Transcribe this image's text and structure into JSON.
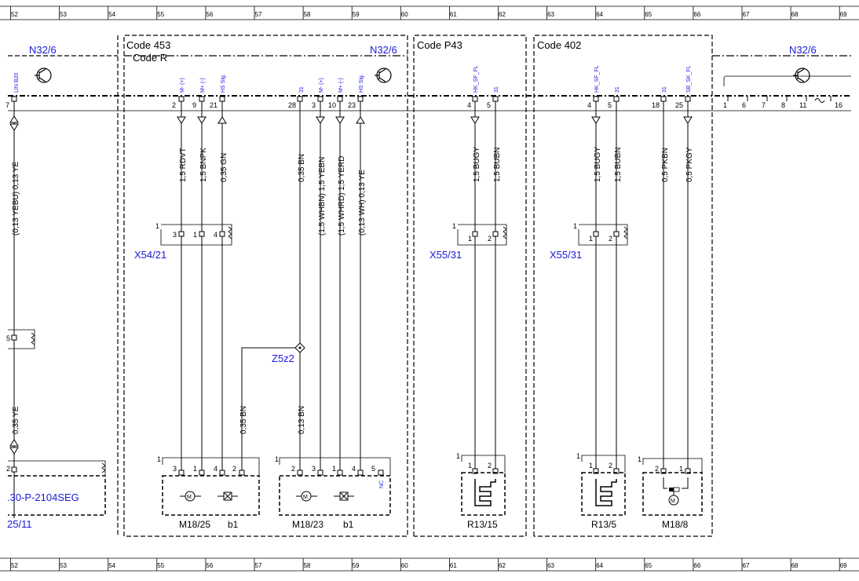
{
  "ruler": {
    "numbers": [
      "52",
      "53",
      "54",
      "55",
      "56",
      "57",
      "58",
      "59",
      "60",
      "61",
      "62",
      "63",
      "64",
      "65",
      "66",
      "67",
      "68",
      "69"
    ]
  },
  "sections": {
    "code453": "Code 453",
    "codeR": "Code R",
    "codeP43": "Code P43",
    "code402": "Code 402"
  },
  "modules": {
    "n32_left": "N32/6",
    "n32_mid": "N32/6",
    "n32_right": "N32/6"
  },
  "pin_labels": {
    "lin_b20": "LIN B20",
    "m_plus_a": "M- (+)",
    "m_minus_a": "M+ (-)",
    "hs_sig_a": "HS Sig.",
    "p31_a": "31",
    "m_plus_b": "M- (+)",
    "m_minus_b": "M+ (-)",
    "hs_sig_b": "HS Sig.",
    "hk_sf_fl_a": "HK_SF_FL",
    "p31_b": "31",
    "hk_sf_fl_b": "HK_SF_FL",
    "p31_c": "31",
    "p31_d": "31",
    "sb_sk_fl": "SB_SK_FL"
  },
  "pins": {
    "p7": "7",
    "p2": "2",
    "p9": "9",
    "p21": "21",
    "p28": "28",
    "p3": "3",
    "p10": "10",
    "p23": "23",
    "p4a": "4",
    "p5a": "5",
    "p4b": "4",
    "p5b": "5",
    "p18": "18",
    "p25": "25",
    "r1": "1",
    "r6": "6",
    "r7": "7",
    "r8": "8",
    "r11": "11",
    "r16": "16"
  },
  "wires": {
    "w_yebu": "(0,13 YEBU) 0,13 YE",
    "w_rdvt": "1,5 RDVT",
    "w_bnpk": "1,5 BNPK",
    "w_gn": "0,35 GN",
    "w_bn1": "0,35 BN",
    "w_whbn": "(1,5 WHBN) 1,5 YEBN",
    "w_whrd": "(1,5 WHRD) 1,5 YERD",
    "w_wh": "(0,13 WH) 0,13 YE",
    "w_bugy1": "1,5 BUGY",
    "w_bubn1": "1,5 BUBN",
    "w_bugy2": "1,5 BUGY",
    "w_bubn2": "1,5 BUBN",
    "w_pkbn": "0,5 PKBN",
    "w_pkgy": "0,5 PKGY",
    "w_ye_low": "0,35 YE",
    "w_bn2": "0,35 BN",
    "w_bn3": "0,13 BN"
  },
  "connectors": {
    "x54": "X54/21",
    "x55a": "X55/31",
    "x55b": "X55/31",
    "z5z2": "Z5z2"
  },
  "connector_pins": {
    "x54_one": "1",
    "x54_3": "3",
    "x54_1": "1",
    "x54_4": "4",
    "x55a_one": "1",
    "x55a_1": "1",
    "x55a_2": "2",
    "x55b_one": "1",
    "x55b_1": "1",
    "x55b_2": "2",
    "left_5": "5"
  },
  "components": {
    "m18_25": "M18/25",
    "b1_a": "b1",
    "m18_23": "M18/23",
    "b1_b": "b1",
    "r13_15": "R13/15",
    "r13_5": "R13/5",
    "m18_8": "M18/8",
    "seg": ".30-P-2104SEG",
    "ref_25_11": "25/11",
    "nc": "NC"
  },
  "component_pins": {
    "m1825_one": "1",
    "m1825_3": "3",
    "m1825_1": "1",
    "m1825_4": "4",
    "m1825_2": "2",
    "m1823_one": "1",
    "m1823_2": "2",
    "m1823_3": "3",
    "m1823_1": "1",
    "m1823_4": "4",
    "m1823_5": "5",
    "r1315_one": "1",
    "r1315_1": "1",
    "r1315_2": "2",
    "r135_one": "1",
    "r135_1": "1",
    "r135_2": "2",
    "m188_one": "1",
    "m188_2": "2",
    "m188_1": "1",
    "left_2": "2"
  },
  "colors": {
    "module_label": "#1a1adc",
    "line": "#000000"
  }
}
